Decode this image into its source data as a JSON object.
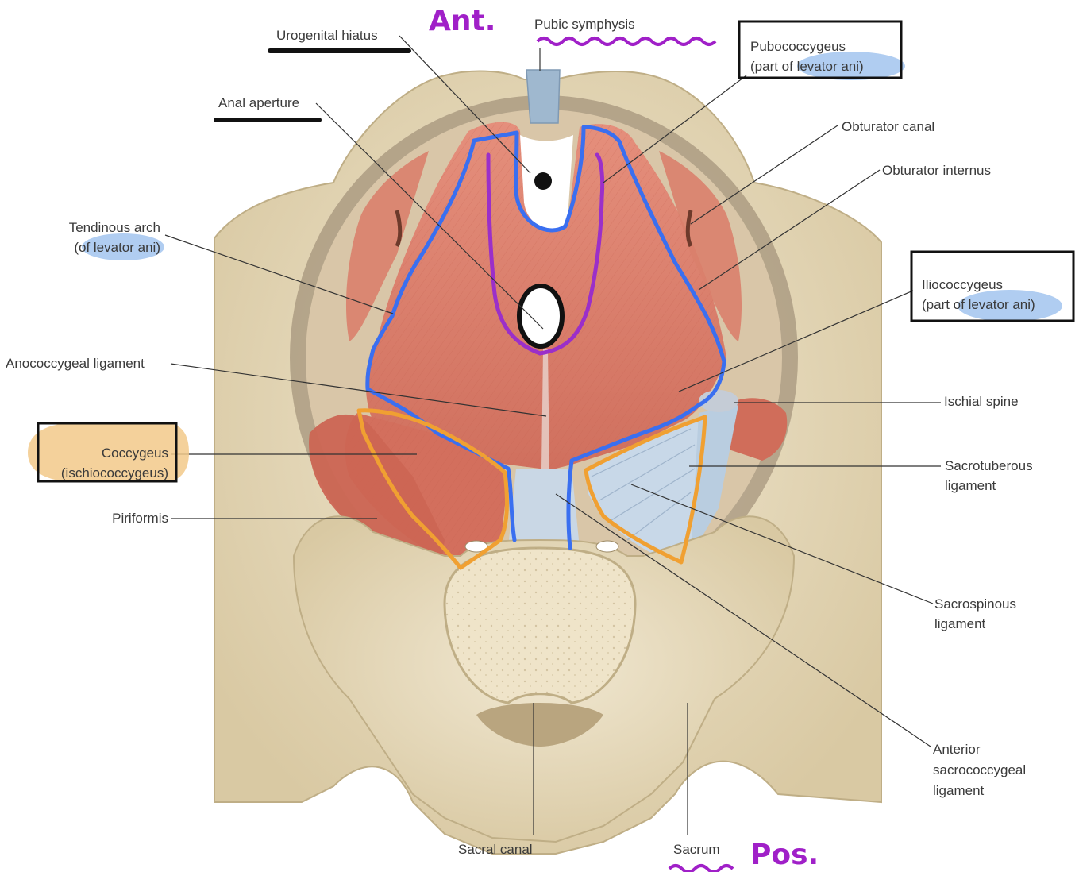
{
  "orientation": {
    "anterior": "Ant.",
    "posterior": "Pos."
  },
  "labels": {
    "urogenital_hiatus": "Urogenital hiatus",
    "pubic_symphysis": "Pubic symphysis",
    "pubococcygeus_1": "Pubococcygeus",
    "pubococcygeus_2": "(part of levator ani)",
    "anal_aperture": "Anal aperture",
    "obturator_canal": "Obturator canal",
    "obturator_internus": "Obturator internus",
    "tendinous_arch_1": "Tendinous arch",
    "tendinous_arch_2": "(of levator ani)",
    "iliococcygeus_1": "Iliococcygeus",
    "iliococcygeus_2": "(part of levator ani)",
    "anococcygeal_ligament": "Anococcygeal ligament",
    "ischial_spine": "Ischial spine",
    "coccygeus_1": "Coccygeus",
    "coccygeus_2": "(ischiococcygeus)",
    "sacrotuberous_1": "Sacrotuberous",
    "sacrotuberous_2": "ligament",
    "piriformis": "Piriformis",
    "sacrospinous_1": "Sacrospinous",
    "sacrospinous_2": "ligament",
    "anterior_sacrococcygeal_1": "Anterior",
    "anterior_sacrococcygeal_2": "sacrococcygeal",
    "anterior_sacrococcygeal_3": "ligament",
    "sacral_canal": "Sacral canal",
    "sacrum": "Sacrum"
  },
  "colors": {
    "bone": "#e8dcc0",
    "bone_shadow": "#c9b994",
    "muscle": "#dd7d6a",
    "ligament": "#c7d6e6",
    "levator_outline": "#3a6ff0",
    "puborectalis_outline": "#9b2fc9",
    "coccygeus_outline": "#f0a032",
    "annotation_purple": "#a020c8",
    "highlight_blue": "#9cc0ee",
    "highlight_orange": "#f2c98a"
  }
}
